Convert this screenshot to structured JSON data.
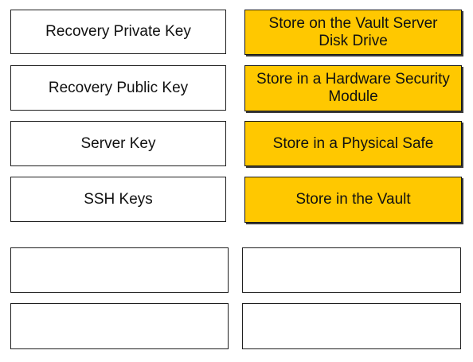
{
  "keys": [
    {
      "label": "Recovery Private Key"
    },
    {
      "label": "Recovery Public Key"
    },
    {
      "label": "Server Key"
    },
    {
      "label": "SSH Keys"
    }
  ],
  "storage_options": [
    {
      "line1": "Store on the Vault Server",
      "line2": "Disk Drive"
    },
    {
      "line1": "Store in a Hardware Security",
      "line2": "Module"
    },
    {
      "line1": "Store in a Physical Safe",
      "line2": ""
    },
    {
      "line1": "Store in the Vault",
      "line2": ""
    }
  ],
  "colors": {
    "option_fill": "#ffc800",
    "border": "#1f1f1f",
    "background": "#ffffff"
  }
}
